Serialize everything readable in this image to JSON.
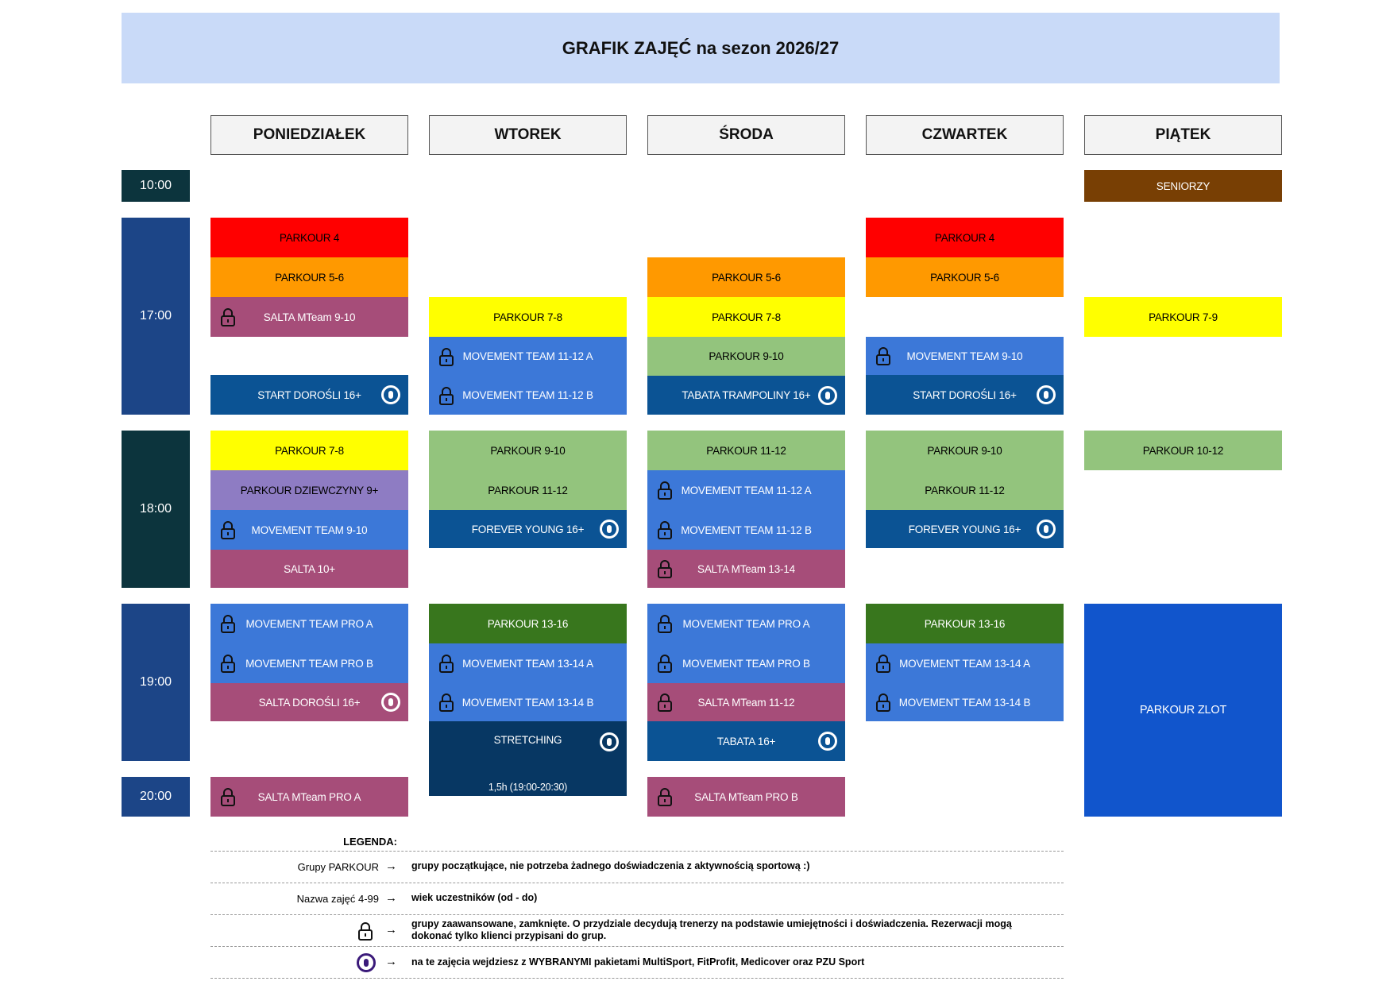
{
  "title": "GRAFIK ZAJĘĆ na sezon 2026/27",
  "days": [
    "PONIEDZIAŁEK",
    "WTOREK",
    "ŚRODA",
    "CZWARTEK",
    "PIĄTEK"
  ],
  "times": [
    "10:00",
    "17:00",
    "18:00",
    "19:00",
    "20:00"
  ],
  "colors": {
    "red": "#ff0000",
    "orange": "#ff9900",
    "yellow": "#ffff00",
    "light_green": "#93c47d",
    "dark_green": "#38761d",
    "violet": "#8e7cc3",
    "mauve": "#a64d79",
    "blue": "#3c78d8",
    "dark_blue": "#0b5394",
    "navy": "#073763",
    "brown": "#783f04",
    "royal_blue": "#1155cc",
    "time_dark": "#0c343d",
    "time_blue": "#1c4587"
  },
  "classes": {
    "mon": [
      "PARKOUR 4",
      "PARKOUR 5-6",
      "SALTA MTeam 9-10",
      "START DOROŚLI 16+",
      "PARKOUR 7-8",
      "PARKOUR DZIEWCZYNY 9+",
      "MOVEMENT TEAM 9-10",
      "SALTA 10+",
      "MOVEMENT TEAM PRO A",
      "MOVEMENT TEAM PRO B",
      "SALTA DOROŚLI 16+",
      "SALTA MTeam PRO A"
    ],
    "tue": [
      "PARKOUR 7-8",
      "MOVEMENT TEAM 11-12 A",
      "MOVEMENT TEAM 11-12 B",
      "PARKOUR 9-10",
      "PARKOUR 11-12",
      "FOREVER YOUNG 16+",
      "PARKOUR 13-16",
      "MOVEMENT TEAM 13-14 A",
      "MOVEMENT TEAM 13-14 B",
      "STRETCHING",
      "1,5h (19:00-20:30)"
    ],
    "wed": [
      "PARKOUR 5-6",
      "PARKOUR 7-8",
      "PARKOUR 9-10",
      "TABATA TRAMPOLINY 16+",
      "PARKOUR 11-12",
      "MOVEMENT TEAM 11-12 A",
      "MOVEMENT TEAM 11-12 B",
      "SALTA MTeam 13-14",
      "MOVEMENT TEAM PRO A",
      "MOVEMENT TEAM PRO B",
      "SALTA MTeam 11-12",
      "TABATA 16+",
      "SALTA MTeam PRO B"
    ],
    "thu": [
      "PARKOUR 4",
      "PARKOUR 5-6",
      "MOVEMENT TEAM 9-10",
      "START DOROŚLI 16+",
      "PARKOUR 9-10",
      "PARKOUR 11-12",
      "FOREVER YOUNG 16+",
      "PARKOUR 13-16",
      "MOVEMENT TEAM 13-14 A",
      "MOVEMENT TEAM 13-14 B"
    ],
    "fri": [
      "SENIORZY",
      "PARKOUR 7-9",
      "PARKOUR 10-12",
      "PARKOUR ZLOT"
    ]
  },
  "legend": {
    "heading": "LEGENDA:",
    "arrow": "→",
    "rows": [
      {
        "label": "Grupy PARKOUR",
        "text": "grupy początkujące, nie potrzeba żadnego doświadczenia z aktywnością sportową :)"
      },
      {
        "label": "Nazwa zajęć 4-99",
        "text": "wiek uczestników (od - do)"
      },
      {
        "label": "",
        "text": "grupy zaawansowane, zamknięte. O przydziale decydują trenerzy na podstawie umiejętności i doświadczenia. Rezerwacji mogą dokonać tylko klienci przypisani do grup."
      },
      {
        "label": "",
        "text": "na te zajęcia wejdziesz z WYBRANYMI pakietami MultiSport, FitProfit, Medicover oraz PZU Sport"
      }
    ]
  }
}
